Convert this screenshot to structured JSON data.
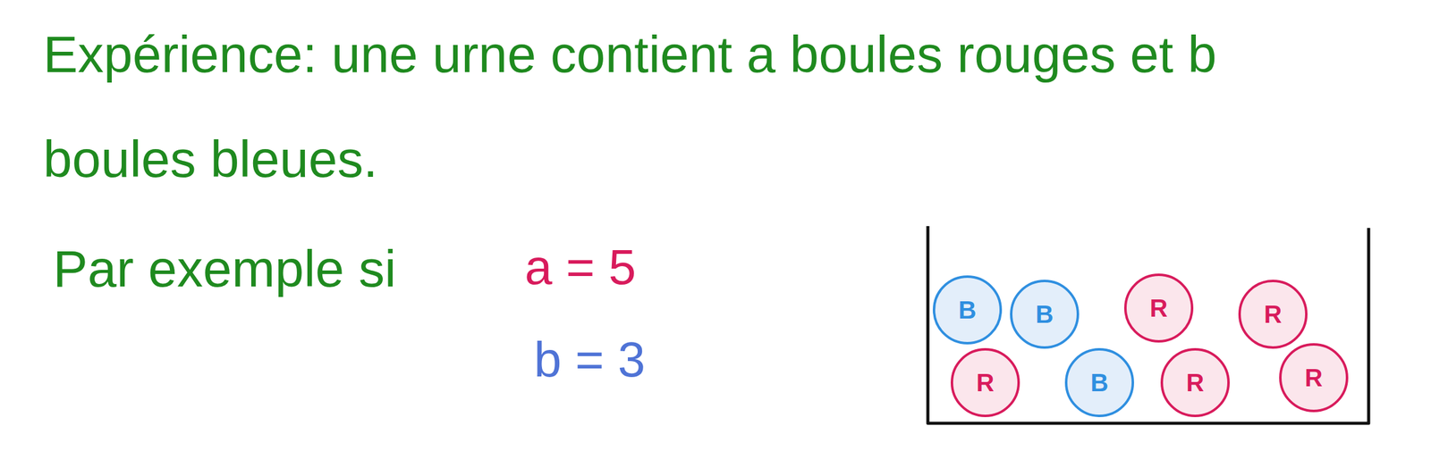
{
  "diagram": {
    "nodes": [
      {
        "text": [
          "B"
        ]
      },
      {
        "text": [
          "B"
        ]
      },
      {
        "text": [
          "R"
        ]
      },
      {
        "text": [
          "R"
        ]
      },
      {
        "text": [
          "R"
        ]
      },
      {
        "text": [
          "B"
        ]
      },
      {
        "text": [
          "R"
        ]
      },
      {
        "text": [
          "R"
        ]
      }
    ],
    "labels": [
      "Expérience: une urne contient a boules rouges et b boules bleues.",
      "Par exemple si",
      "a = 5",
      "b = 3"
    ]
  }
}
